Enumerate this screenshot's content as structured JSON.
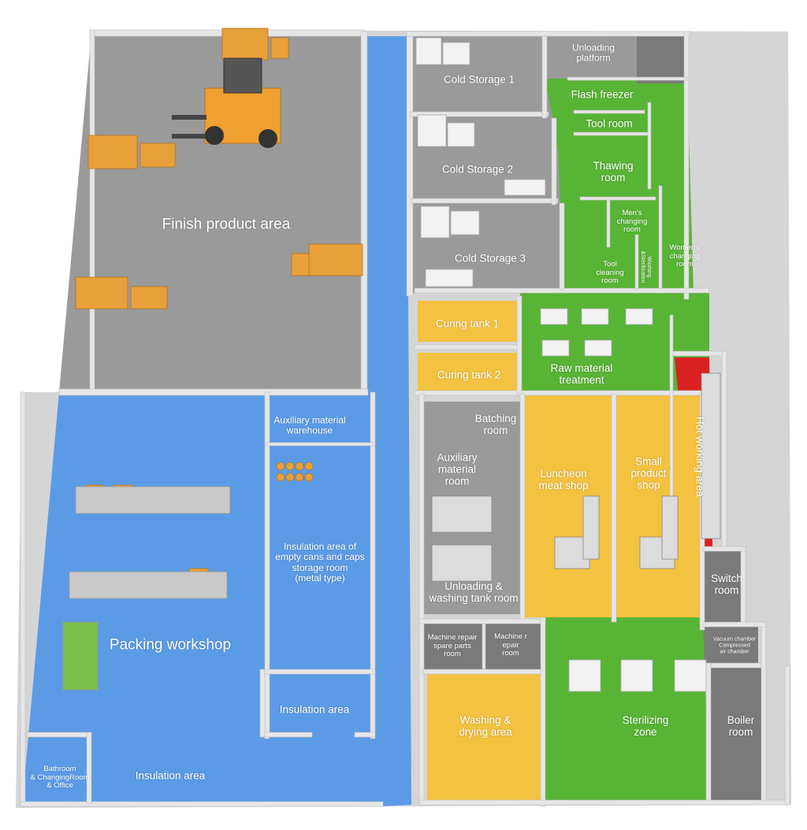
{
  "colors": {
    "gray_floor": "#9a9a9a",
    "blue_floor": "#5b9be6",
    "green_floor": "#58b435",
    "yellow_floor": "#f3c240",
    "red_floor": "#d92121",
    "dark_floor": "#7a7a7a",
    "wall": "#e4e4e4",
    "cargo": "#e8a03b",
    "forklift": "#f0a030"
  },
  "rooms": {
    "finish_product_area": "Finish product area",
    "cold_storage_1": "Cold Storage 1",
    "cold_storage_2": "Cold Storage 2",
    "cold_storage_3": "Cold Storage 3",
    "unloading_platform": "Unloading\nplatform",
    "flash_freezer": "Flash freezer",
    "tool_room": "Tool room",
    "thawing_room": "Thawing\nroom",
    "mens_changing_room": "Men's\nchanging\nroom",
    "womens_changing_room": "Women's\nchanging\nroom",
    "tool_cleaning_room": "Tool\ncleaning\nroom",
    "washing_sterilization": "Washing\n&Sterilization",
    "curing_tank_1": "Curing tank 1",
    "curing_tank_2": "Curing tank 2",
    "raw_material_treatment": "Raw material\ntreatment",
    "hot_working_area": "Hot working area",
    "auxiliary_material_warehouse": "Auxiliary material\nwarehouse",
    "batching_room": "Batching\nroom",
    "auxiliary_material_room": "Auxiliary\nmaterial\nroom",
    "luncheon_meat_shop": "Luncheon\nmeat shop",
    "small_product_shop": "Small\nproduct\nshop",
    "insulation_storage_room": "Insulation area of\nempty cans and caps\nstorage room\n(metal type)",
    "unloading_washing_tank_room": "Unloading &\nwashing tank room",
    "switch_room": "Switch\nroom",
    "packing_workshop": "Packing workshop",
    "machine_repair_spare_parts_room": "Machine repair\nspare parts\nroom",
    "machine_repair_room": "Machine r\nepair\nroom",
    "vacuum_compressed_air_chamber": "Vacuum chamber\nCompressed\nair chamber",
    "insulation_area_inner": "Insulation area",
    "washing_drying_area": "Washing &\ndrying area",
    "sterilizing_zone": "Sterilizing\nzone",
    "boiler_room": "Boiler\nroom",
    "bathroom_office": "Bathroom\n& ChangingRoom\n& Office",
    "insulation_area_bottom": "Insulation area"
  }
}
